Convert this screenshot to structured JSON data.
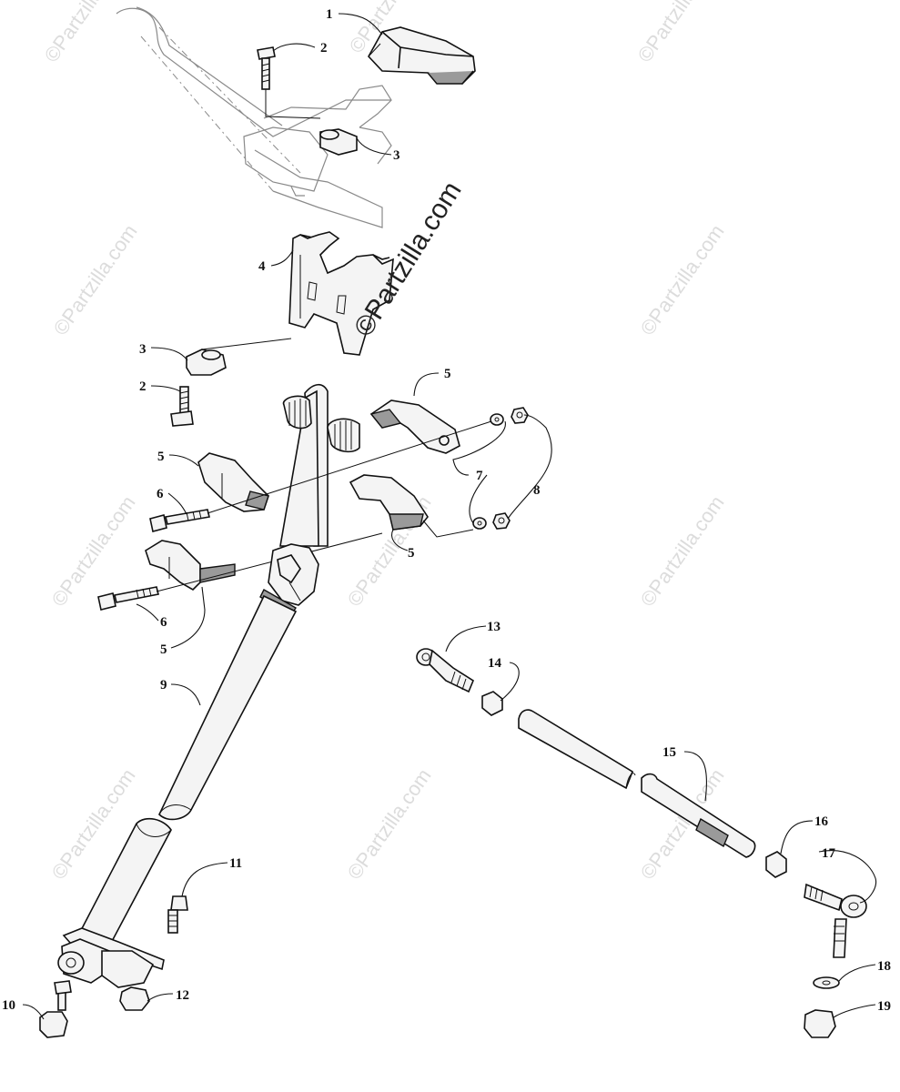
{
  "watermark": {
    "tile_text": "©Partzilla.com",
    "center_text": "©Partzilla.com"
  },
  "callouts": [
    {
      "id": "c1",
      "label": "1"
    },
    {
      "id": "c2a",
      "label": "2"
    },
    {
      "id": "c3a",
      "label": "3"
    },
    {
      "id": "c4",
      "label": "4"
    },
    {
      "id": "c3b",
      "label": "3"
    },
    {
      "id": "c2b",
      "label": "2"
    },
    {
      "id": "c5a",
      "label": "5"
    },
    {
      "id": "c5b",
      "label": "5"
    },
    {
      "id": "c6a",
      "label": "6"
    },
    {
      "id": "c7",
      "label": "7"
    },
    {
      "id": "c8",
      "label": "8"
    },
    {
      "id": "c5c",
      "label": "5"
    },
    {
      "id": "c6b",
      "label": "6"
    },
    {
      "id": "c5d",
      "label": "5"
    },
    {
      "id": "c9",
      "label": "9"
    },
    {
      "id": "c13",
      "label": "13"
    },
    {
      "id": "c14",
      "label": "14"
    },
    {
      "id": "c15",
      "label": "15"
    },
    {
      "id": "c16",
      "label": "16"
    },
    {
      "id": "c17",
      "label": "17"
    },
    {
      "id": "c11",
      "label": "11"
    },
    {
      "id": "c10",
      "label": "10"
    },
    {
      "id": "c12",
      "label": "12"
    },
    {
      "id": "c18",
      "label": "18"
    },
    {
      "id": "c19",
      "label": "19"
    }
  ]
}
